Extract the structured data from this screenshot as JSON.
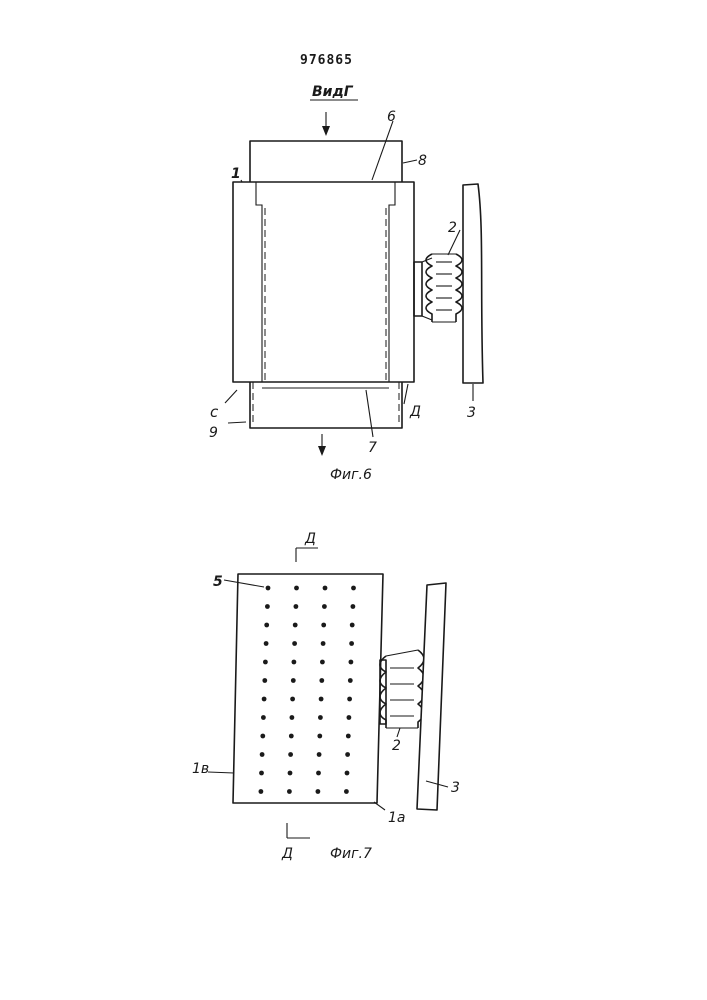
{
  "patent_number": "976865",
  "view_label": "ВидГ",
  "figures": {
    "fig6": {
      "caption": "Фиг.6",
      "labels": {
        "l1": "1",
        "l2": "2",
        "l3": "3",
        "l6": "6",
        "l7": "7",
        "l8": "8",
        "l9": "9",
        "lc": "с",
        "ld": "Д"
      }
    },
    "fig7": {
      "caption": "Фиг.7",
      "section_mark": "Д",
      "labels": {
        "l5": "5",
        "l1b": "1в",
        "l1a": "1а",
        "l2": "2",
        "l3": "3"
      },
      "hole_grid": {
        "rows": 12,
        "cols": 4
      }
    }
  }
}
